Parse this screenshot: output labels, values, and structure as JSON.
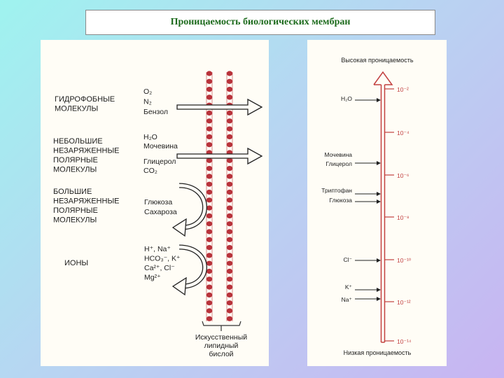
{
  "title": "Проницаемость биологических мембран",
  "left_panel": {
    "categories": [
      {
        "lines": [
          "ГИДРОФОБНЫЕ",
          "МОЛЕКУЛЫ"
        ]
      },
      {
        "lines": [
          "НЕБОЛЬШИЕ",
          "НЕЗАРЯЖЕННЫЕ",
          "ПОЛЯРНЫЕ",
          "МОЛЕКУЛЫ"
        ]
      },
      {
        "lines": [
          "БОЛЬШИЕ",
          "НЕЗАРЯЖЕННЫЕ",
          "ПОЛЯРНЫЕ",
          "МОЛЕКУЛЫ"
        ]
      },
      {
        "lines": [
          "ИОНЫ"
        ]
      }
    ],
    "molecule_groups": [
      {
        "lines": [
          "O₂",
          "N₂",
          "Бензол"
        ]
      },
      {
        "lines": [
          "H₂O",
          "Мочевина"
        ]
      },
      {
        "lines": [
          "Глицерол",
          "CO₂"
        ]
      },
      {
        "lines": [
          "Глюкоза",
          "Сахароза"
        ]
      },
      {
        "lines": [
          "H⁺, Na⁺",
          "HCO₃⁻, K⁺",
          "Ca²⁺, Cl⁻",
          "Mg²⁺"
        ]
      }
    ],
    "bilayer_caption": [
      "Искусственный",
      "липидный",
      "бислой"
    ]
  },
  "right_panel": {
    "top_label": "Высокая проницаемость",
    "bottom_label": "Низкая проницаемость",
    "scale_labels": [
      "10⁻²",
      "10⁻⁴",
      "10⁻⁶",
      "10⁻⁸",
      "10⁻¹⁰",
      "10⁻¹²",
      "10⁻¹⁴"
    ],
    "markers": [
      {
        "lines": [
          "H₂O"
        ]
      },
      {
        "lines": [
          "Мочевина",
          "Глицерол"
        ]
      },
      {
        "lines": [
          "Триптофан",
          "Глюкоза"
        ]
      },
      {
        "lines": [
          "Cl⁻"
        ]
      },
      {
        "lines": [
          "K⁺"
        ]
      },
      {
        "lines": [
          "Na⁺"
        ]
      }
    ]
  },
  "colors": {
    "membrane": "#b8323a",
    "axis": "#c2403f",
    "title": "#1d6b1d"
  }
}
